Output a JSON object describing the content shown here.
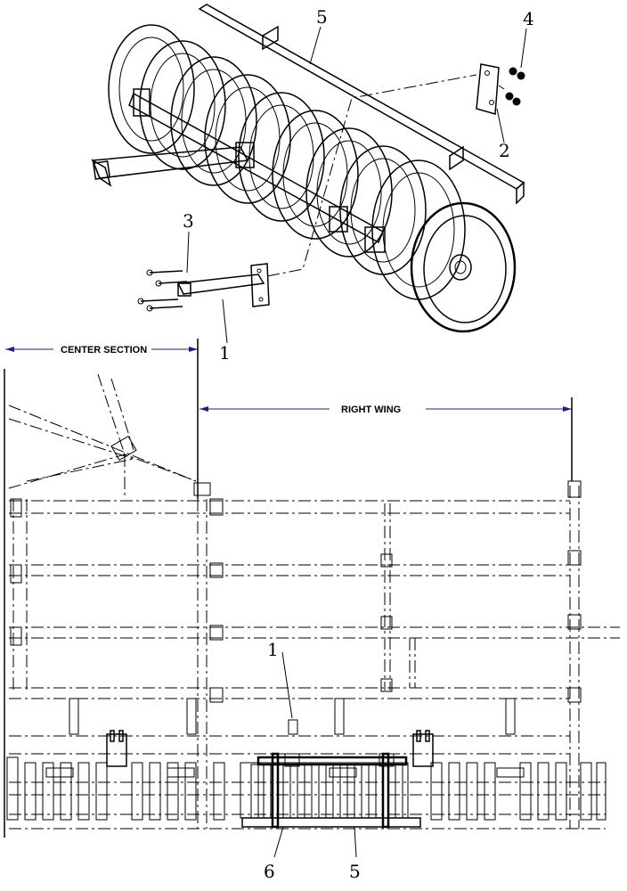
{
  "callouts": {
    "top_5": "5",
    "top_4": "4",
    "top_2": "2",
    "top_3": "3",
    "top_1": "1",
    "lower_1": "1",
    "lower_6": "6",
    "lower_5": "5"
  },
  "sections": {
    "center": "CENTER SECTION",
    "right_wing": "RIGHT WING"
  },
  "colors": {
    "line": "#000000",
    "dimension_arrow": "#1a237e",
    "background": "#ffffff"
  }
}
